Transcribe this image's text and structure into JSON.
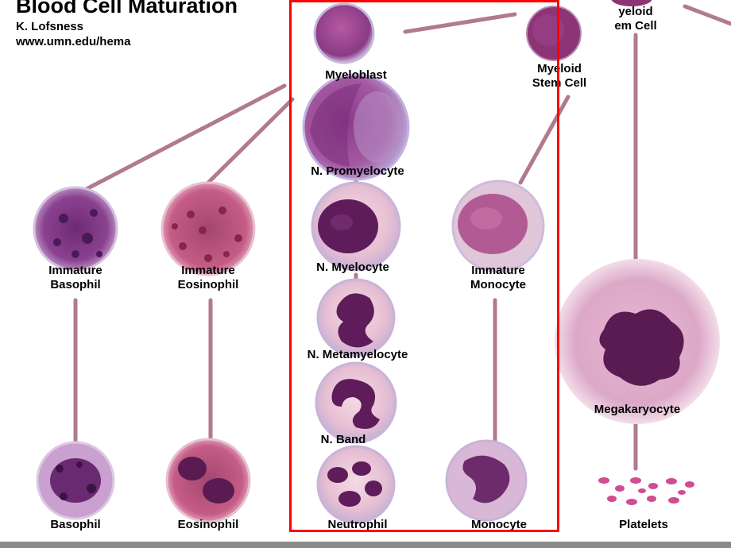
{
  "header": {
    "title": "Blood Cell Maturation",
    "author": "K. Lofsness",
    "url": "www.umn.edu/hema"
  },
  "colors": {
    "connector": "#b07a90",
    "highlight": "#ff0000",
    "cell_border": "#c9b4d8",
    "cytoplasm_pink": "#e8c3d6",
    "nucleus_purple": "#6a2160",
    "basophil_purple": "#7a2d7c"
  },
  "cells": {
    "myeloblast": "Myeloblast",
    "myeloid_stem_cell": "Myeloid\nStem Cell",
    "myeloid_stem_cell_cropped": "yeloid\nem Cell",
    "promyelocyte": "N. Promyelocyte",
    "immature_basophil": "Immature\nBasophil",
    "immature_eosinophil": "Immature\nEosinophil",
    "myelocyte": "N. Myelocyte",
    "immature_monocyte": "Immature\nMonocyte",
    "metamyelocyte": "N. Metamyelocyte",
    "megakaryocyte": "Megakaryocyte",
    "band": "N. Band",
    "basophil": "Basophil",
    "eosinophil": "Eosinophil",
    "neutrophil": "Neutrophil",
    "monocyte": "Monocyte",
    "platelets": "Platelets"
  }
}
